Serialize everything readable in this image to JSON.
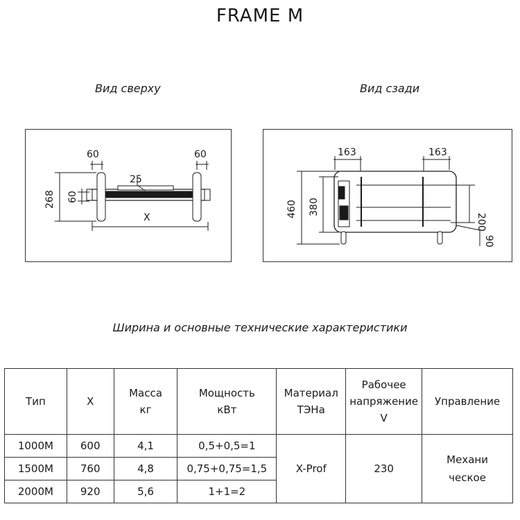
{
  "title": "FRAME M",
  "views": {
    "top": {
      "label": "Вид сверху",
      "dims": {
        "left_width": "60",
        "right_width": "60",
        "depth": "268",
        "inner": "60",
        "gap": "25",
        "length": "X"
      }
    },
    "rear": {
      "label": "Вид сзади",
      "dims": {
        "left_offset": "163",
        "right_offset": "163",
        "total_height": "460",
        "body_height": "380",
        "leg_span": "200",
        "leg_height": "90"
      }
    }
  },
  "specs": {
    "title": "Ширина и основные технические характеристики",
    "headers": [
      [
        "Тип"
      ],
      [
        "X"
      ],
      [
        "Масса",
        "кг"
      ],
      [
        "Мощность",
        "кВт"
      ],
      [
        "Материал",
        "ТЭНа"
      ],
      [
        "Рабочее",
        "напряжение",
        "V"
      ],
      [
        "Управление"
      ]
    ],
    "rows": [
      {
        "type": "1000M",
        "x": "600",
        "mass": "4,1",
        "power": "0,5+0,5=1"
      },
      {
        "type": "1500M",
        "x": "760",
        "mass": "4,8",
        "power": "0,75+0,75=1,5"
      },
      {
        "type": "2000M",
        "x": "920",
        "mass": "5,6",
        "power": "1+1=2"
      }
    ],
    "material": "X-Prof",
    "voltage": "230",
    "control": [
      "Механи",
      "ческое"
    ]
  }
}
